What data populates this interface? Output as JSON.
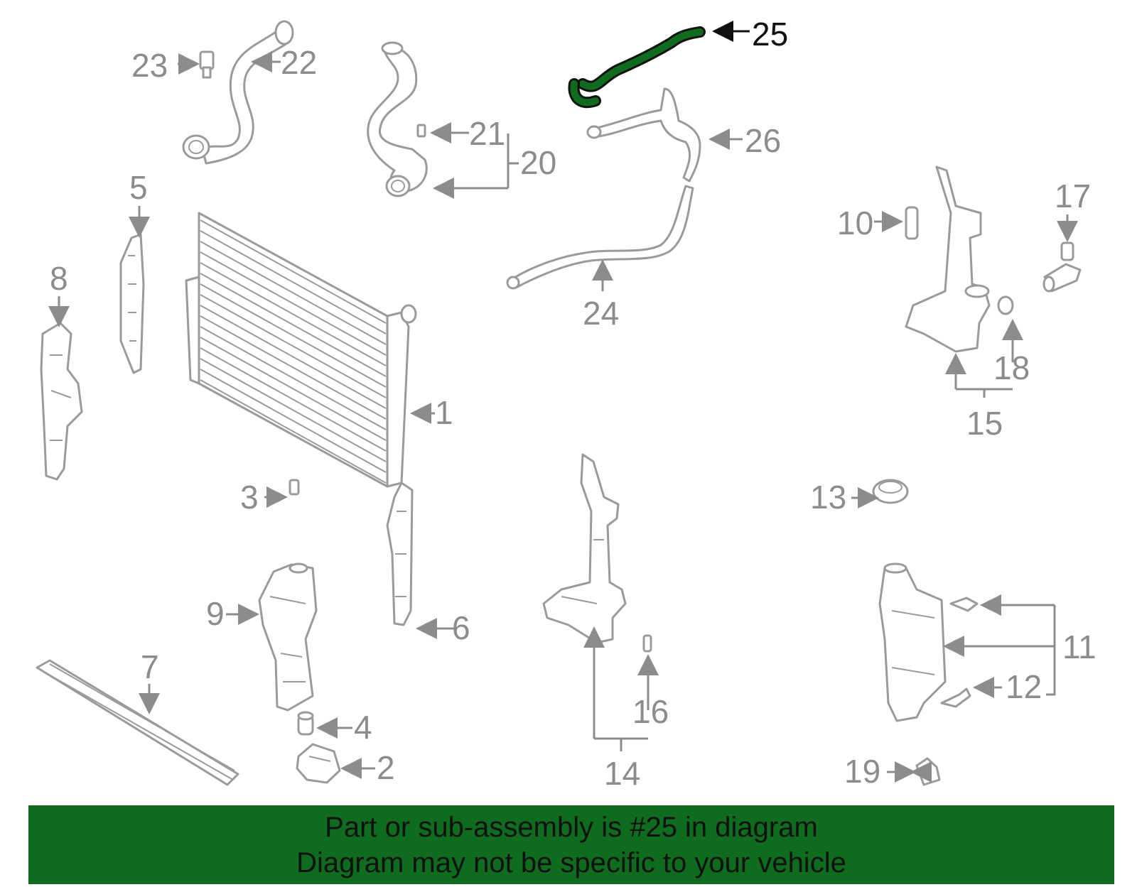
{
  "diagram": {
    "highlight_color": "#0f6b1e",
    "highlighted_part": "25",
    "labels": [
      "1",
      "2",
      "3",
      "4",
      "5",
      "6",
      "7",
      "8",
      "9",
      "10",
      "11",
      "12",
      "13",
      "14",
      "15",
      "16",
      "17",
      "18",
      "19",
      "20",
      "21",
      "22",
      "23",
      "24",
      "25",
      "26"
    ]
  },
  "banner": {
    "line1": "Part or sub-assembly is #25 in diagram",
    "line2": "Diagram may not be specific to your vehicle",
    "background_color": "#0f6b1e"
  }
}
